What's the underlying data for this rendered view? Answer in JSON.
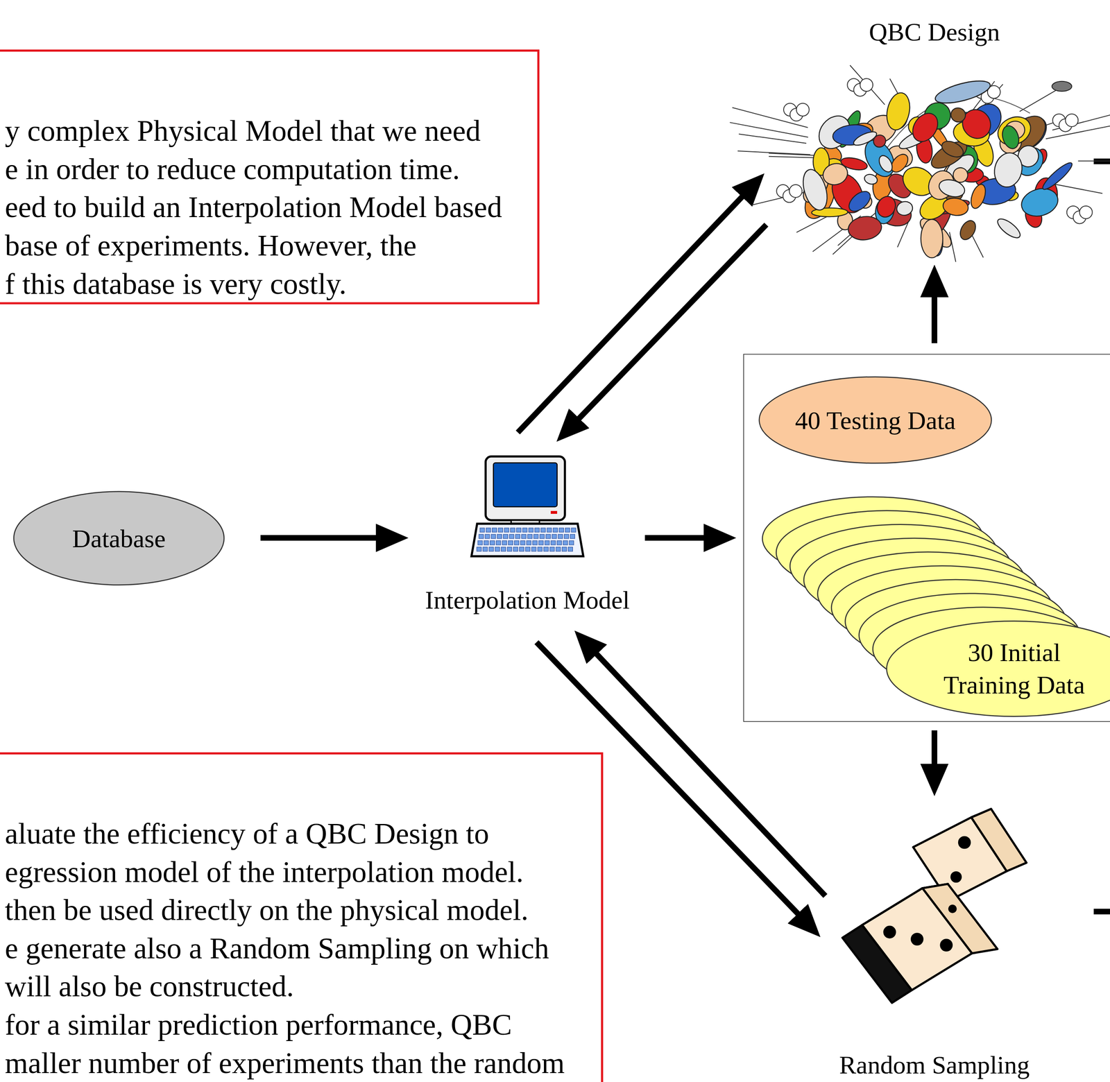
{
  "diagram": {
    "nodes": [
      {
        "text": [
          "y complex Physical Model that we need",
          "e in order to reduce computation time.",
          "eed to build an Interpolation Model based",
          "base of experiments. However, the",
          "f this database is very costly."
        ]
      },
      {
        "text": [
          "QBC Design"
        ]
      },
      {
        "text": [
          "Database"
        ]
      },
      {
        "text": [
          "Interpolation Model"
        ]
      },
      {
        "text": []
      },
      {
        "text": [
          "40 Testing Data"
        ],
        "in": 4
      },
      {
        "text": [
          "30 Initial Training Data"
        ],
        "in": 4
      },
      {
        "text": [
          "aluate the efficiency of a QBC Design to",
          "egression model of the interpolation model.",
          "then be used directly on the physical model.",
          "e generate also a Random Sampling on which",
          "will also be constructed.",
          "for a similar prediction performance, QBC",
          "maller number of experiments than the random"
        ]
      },
      {
        "text": [
          "Random Sampling"
        ]
      }
    ],
    "edges": [
      {
        "from": 2,
        "to": 3,
        "arrow": "to"
      },
      {
        "from": 3,
        "to": 4,
        "arrow": "to"
      },
      {
        "from": 3,
        "to": 1,
        "arrow": "to"
      },
      {
        "from": 1,
        "to": 3,
        "arrow": "to"
      },
      {
        "from": 4,
        "to": 1,
        "arrow": "to"
      },
      {
        "from": 4,
        "to": 8,
        "arrow": "to"
      },
      {
        "from": 3,
        "to": 8,
        "arrow": "to"
      },
      {
        "from": 8,
        "to": 3,
        "arrow": "to"
      }
    ]
  }
}
